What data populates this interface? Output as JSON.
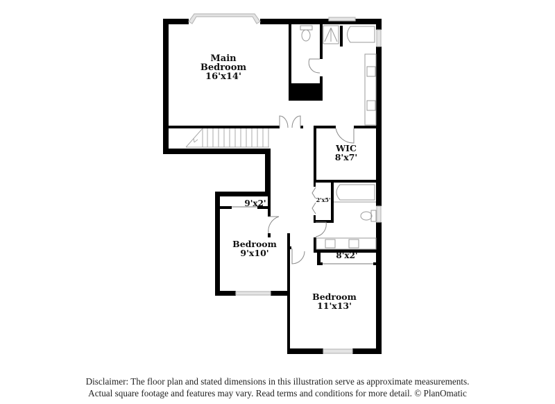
{
  "floorplan": {
    "wall_color": "#000000",
    "window_color": "#cfcfcf",
    "fixture_color": "#9a9a9a",
    "background": "#ffffff",
    "rooms": [
      {
        "id": "main-bedroom",
        "name_lines": [
          "Main",
          "Bedroom"
        ],
        "dimensions": "16'x14'"
      },
      {
        "id": "wic",
        "name_lines": [
          "WIC"
        ],
        "dimensions": "8'x7'"
      },
      {
        "id": "linen-closet",
        "name_lines": [],
        "dimensions": "2'x5'"
      },
      {
        "id": "closet-left",
        "name_lines": [],
        "dimensions": "9'x2'"
      },
      {
        "id": "bedroom-2",
        "name_lines": [
          "Bedroom"
        ],
        "dimensions": "9'x10'"
      },
      {
        "id": "closet-right",
        "name_lines": [],
        "dimensions": "8'x2'"
      },
      {
        "id": "bedroom-3",
        "name_lines": [
          "Bedroom"
        ],
        "dimensions": "11'x13'"
      }
    ]
  },
  "labels": {
    "main_bedroom_line1": "Main",
    "main_bedroom_line2": "Bedroom",
    "main_bedroom_dim": "16'x14'",
    "wic_name": "WIC",
    "wic_dim": "8'x7'",
    "linen_dim": "2'x5'",
    "closet_left_dim": "9'x2'",
    "bedroom2_name": "Bedroom",
    "bedroom2_dim": "9'x10'",
    "closet_right_dim": "8'x2'",
    "bedroom3_name": "Bedroom",
    "bedroom3_dim": "11'x13'"
  },
  "footer": {
    "disclaimer_line1": "Disclaimer: The floor plan and stated dimensions in this illustration serve as approximate measurements.",
    "disclaimer_line2": "Actual square footage and features may vary. Read terms and conditions for more detail. © PlanOmatic"
  }
}
